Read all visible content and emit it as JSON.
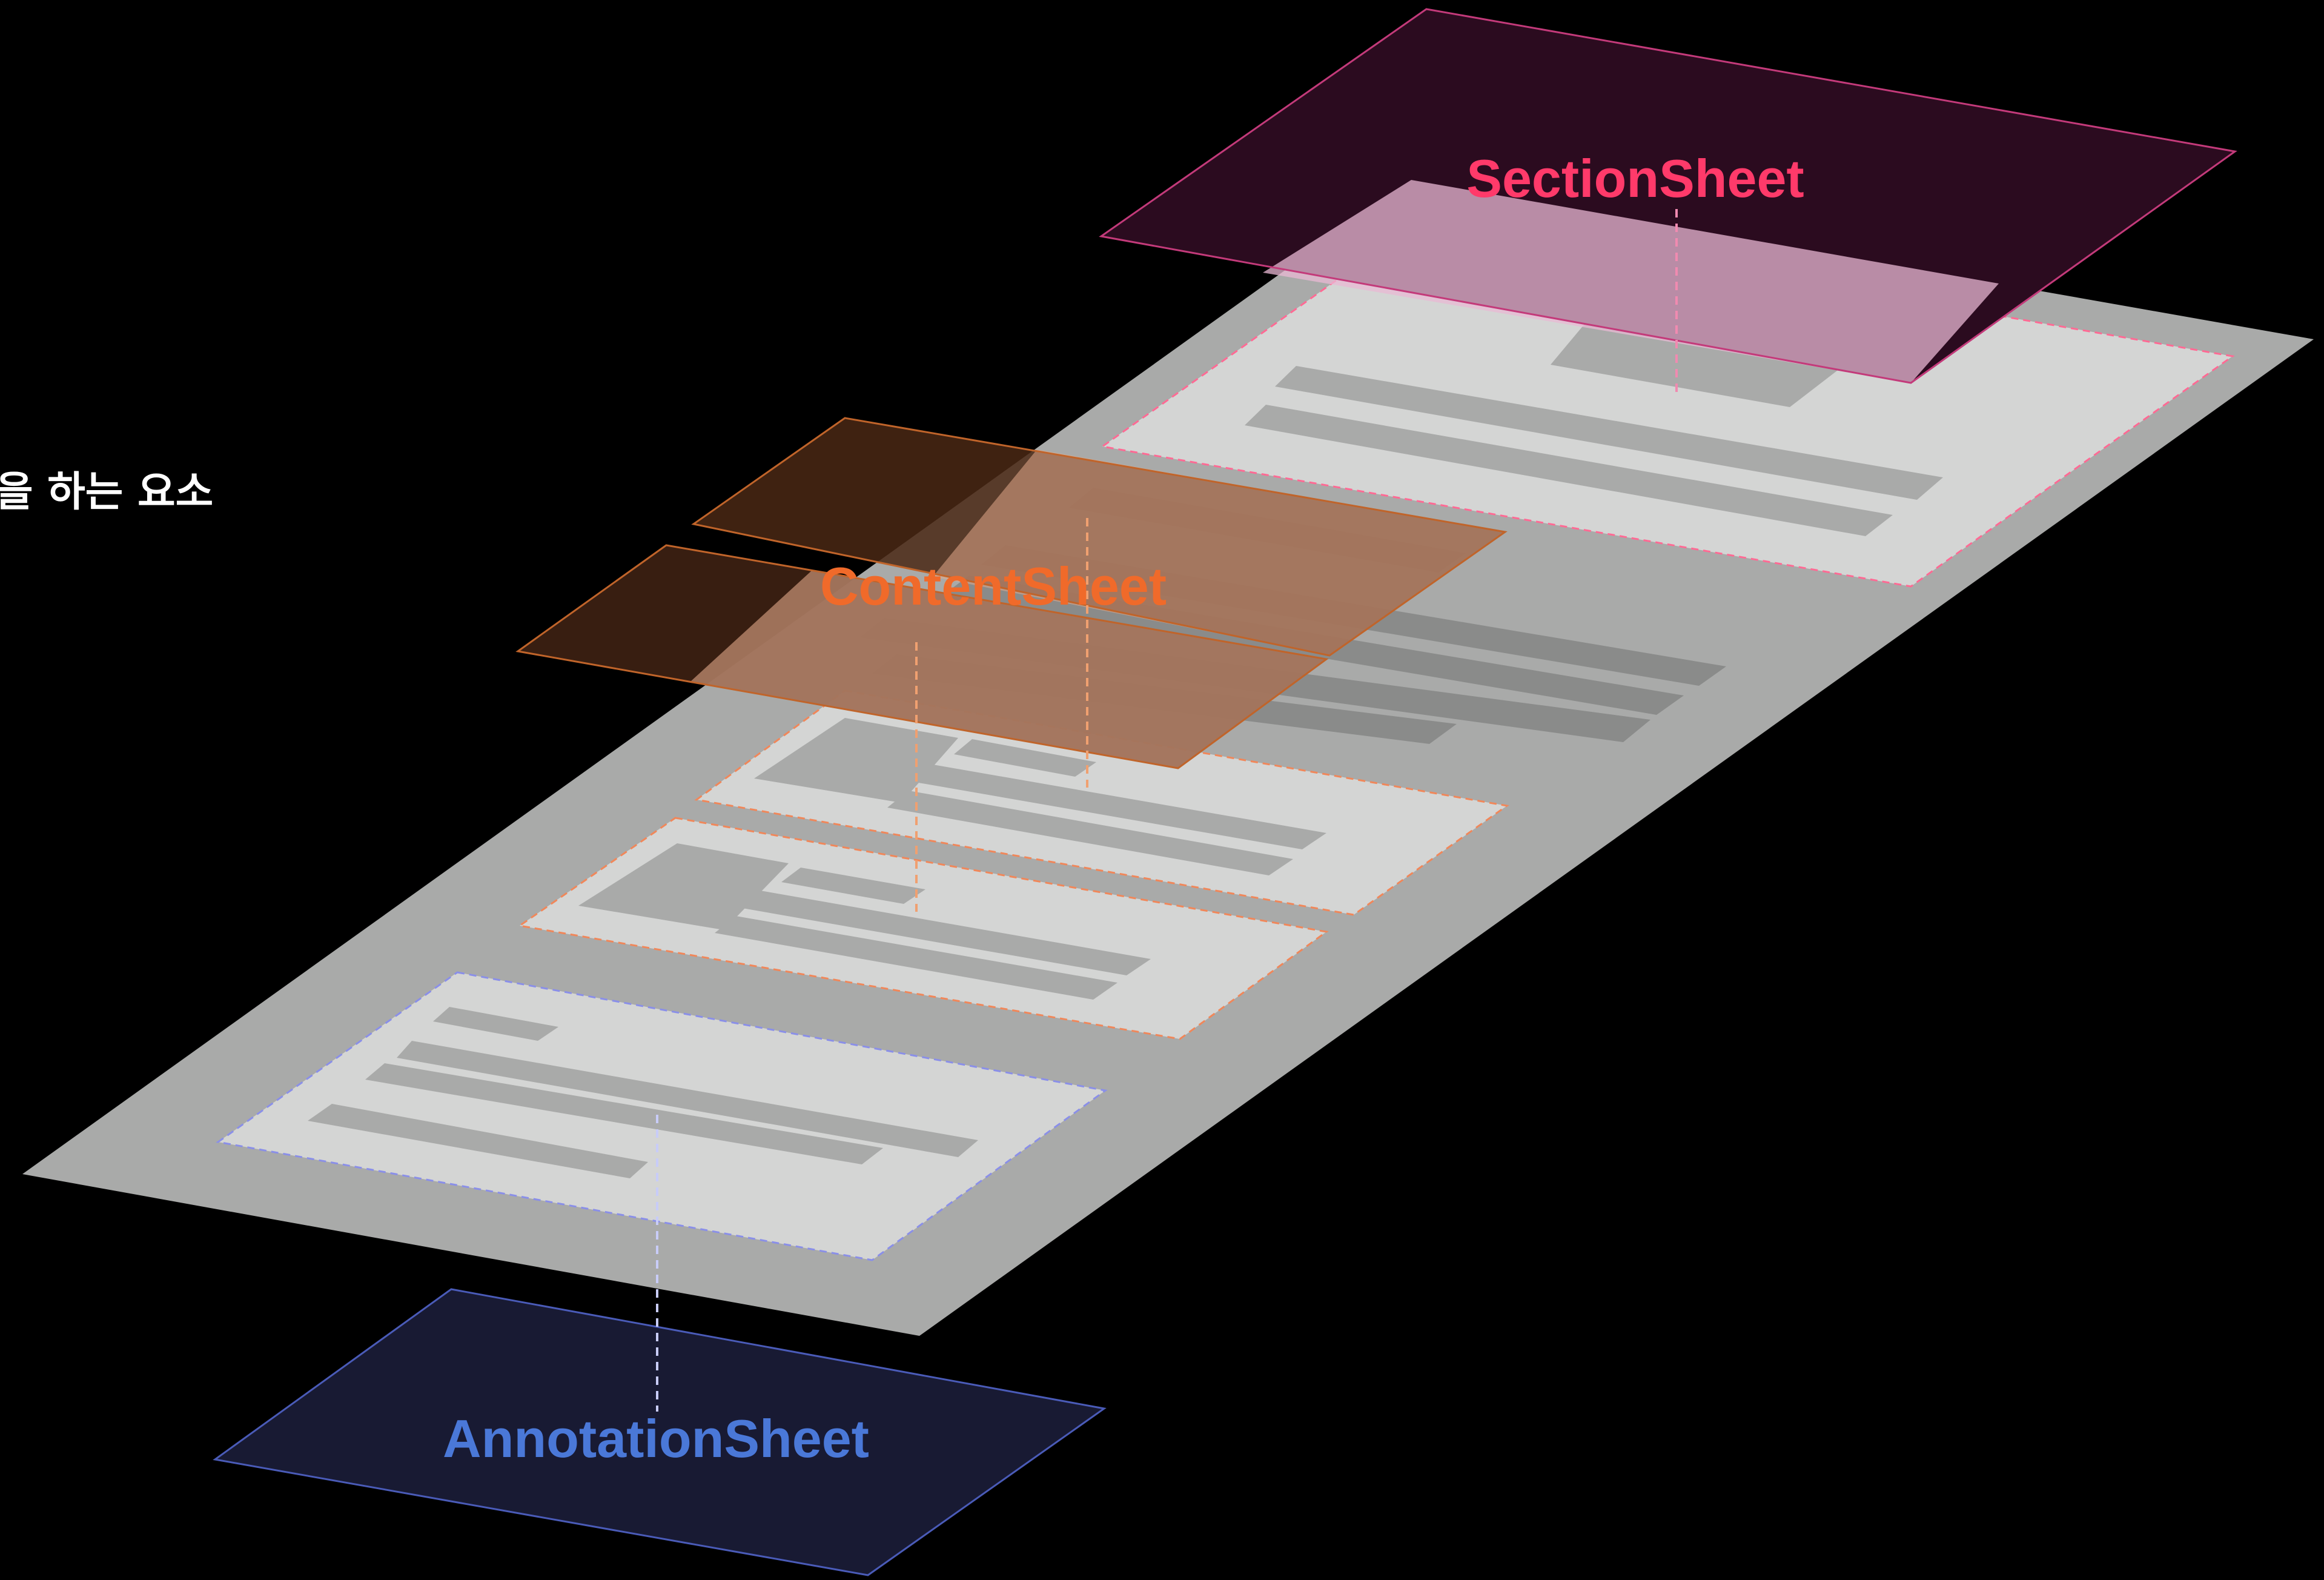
{
  "labels": {
    "section_sheet": "SectionSheet",
    "content_sheet": "ContentSheet",
    "annotation_sheet": "AnnotationSheet",
    "side_caption": "을 하는 요소"
  },
  "colors": {
    "background": "#000000",
    "base_sheet": "#a9aaa9",
    "inner_sheet": "#d4d5d4",
    "placeholder_bar": "#a9aaa9",
    "section": "#ff3a6a",
    "section_fill": "#2b0b1f",
    "content": "#f06a2a",
    "content_fill": "#3d2112",
    "annotation": "#4a78d8",
    "annotation_fill": "#181a33"
  }
}
